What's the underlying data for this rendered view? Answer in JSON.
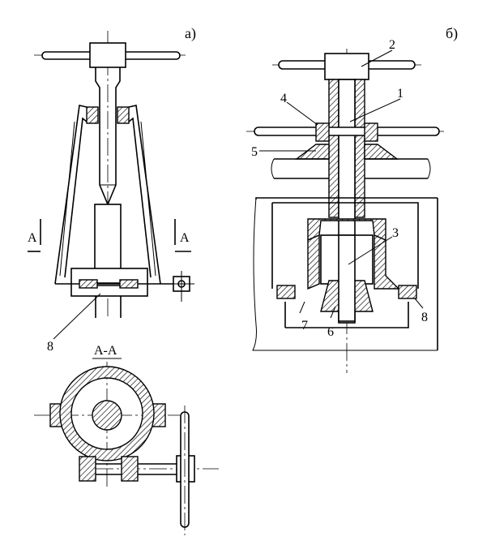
{
  "figure": {
    "view_a_label": "а)",
    "view_b_label": "б)",
    "section_label": "А-А",
    "section_mark_left": "А",
    "section_mark_right": "А"
  },
  "callouts": {
    "a_part_8": "8",
    "b_part_1": "1",
    "b_part_2": "2",
    "b_part_3": "3",
    "b_part_4": "4",
    "b_part_5": "5",
    "b_part_6": "6",
    "b_part_7": "7",
    "b_part_8": "8"
  }
}
